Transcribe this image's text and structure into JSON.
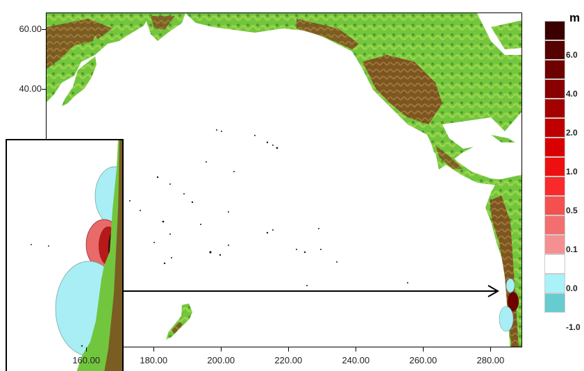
{
  "axes": {
    "y_ticks": [
      {
        "label": "60.00",
        "lat": 60
      },
      {
        "label": "40.00",
        "lat": 40
      }
    ],
    "x_ticks": [
      {
        "label": "160.00",
        "lon": 160
      },
      {
        "label": "180.00",
        "lon": 180
      },
      {
        "label": "200.00",
        "lon": 200
      },
      {
        "label": "220.00",
        "lon": 220
      },
      {
        "label": "240.00",
        "lon": 240
      },
      {
        "label": "260.00",
        "lon": 260
      },
      {
        "label": "280.00",
        "lon": 280
      }
    ]
  },
  "legend": {
    "unit": "m",
    "labels": [
      "6.0",
      "4.0",
      "2.0",
      "1.0",
      "0.5",
      "0.1",
      "0.0",
      "-1.0"
    ],
    "colors": [
      "#3a0000",
      "#560000",
      "#6e0000",
      "#880000",
      "#a40000",
      "#c00000",
      "#d80000",
      "#ee1010",
      "#fa2a2a",
      "#f55050",
      "#f36f6f",
      "#f59090",
      "#ffffff",
      "#a8f2f8",
      "#66ccd0"
    ]
  },
  "colors": {
    "land_low": "#5fd84a",
    "land_mid": "#8fb03a",
    "land_high": "#7a4a1c",
    "positive_wave": "#e05050",
    "negative_wave": "#a8eef4",
    "arrow": "#000000"
  }
}
